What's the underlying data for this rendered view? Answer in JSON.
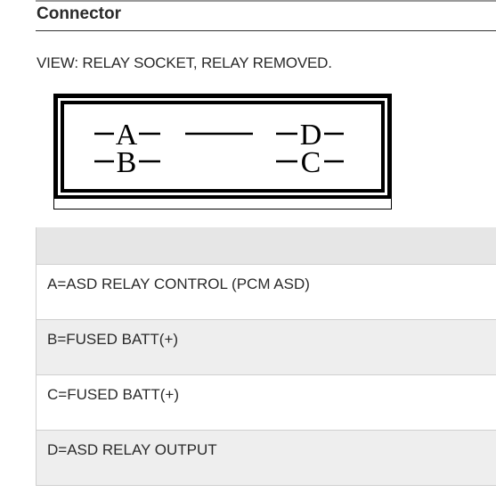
{
  "section": {
    "title": "Connector"
  },
  "view_caption": "VIEW: RELAY SOCKET, RELAY REMOVED.",
  "diagram": {
    "pins": [
      "A",
      "B",
      "C",
      "D"
    ],
    "ink_color": "#000000"
  },
  "pin_table": {
    "header": "",
    "rows": [
      "A=ASD RELAY CONTROL (PCM ASD)",
      "B=FUSED BATT(+)",
      "C=FUSED BATT(+)",
      "D=ASD RELAY OUTPUT"
    ],
    "header_color": "#e6e6e6",
    "alt_row_color": "#eeeeee"
  }
}
